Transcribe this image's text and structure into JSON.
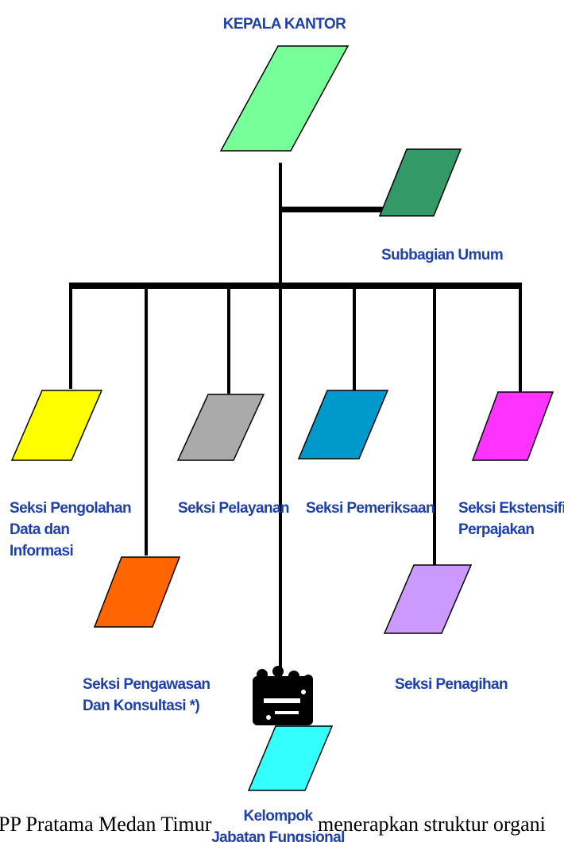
{
  "nodes": {
    "head": {
      "label_lines": [
        "KEPALA KANTOR"
      ],
      "color": "#77ff99"
    },
    "subbagian": {
      "label_lines": [
        "Subbagian Umum"
      ],
      "color": "#339966"
    },
    "pengolahan": {
      "label_lines": [
        "Seksi Pengolahan",
        "Data dan",
        "Informasi"
      ],
      "color": "#ffff00"
    },
    "pengawasan": {
      "label_lines": [
        "Seksi Pengawasan",
        "Dan Konsultasi *)"
      ],
      "color": "#ff6600"
    },
    "pelayanan": {
      "label_lines": [
        "Seksi Pelayanan"
      ],
      "color": "#aaaaaa"
    },
    "fungsional": {
      "label_lines": [
        "Kelompok",
        "Jabatan Fungsional"
      ],
      "color": "#33ffff"
    },
    "pemeriksaan": {
      "label_lines": [
        "Seksi Pemeriksaan"
      ],
      "color": "#0099cc"
    },
    "penagihan": {
      "label_lines": [
        "Seksi Penagihan"
      ],
      "color": "#cc99ff"
    },
    "ekstensifikasi": {
      "label_lines": [
        "Seksi Ekstensifikasi",
        "Perpajakan"
      ],
      "color": "#ff33ff"
    }
  },
  "caption": {
    "left": "PP Pratama Medan Timur",
    "right": "menerapkan struktur organi"
  }
}
